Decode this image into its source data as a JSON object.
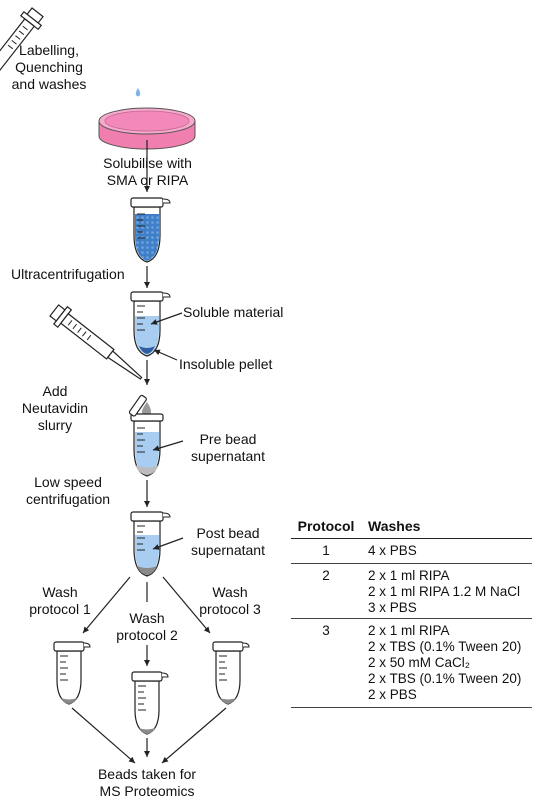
{
  "labels": {
    "labelling": [
      "Labelling,",
      "Quenching",
      "and washes"
    ],
    "solubilise": [
      "Solubilise with",
      "SMA or RIPA"
    ],
    "ultracentrifugation": "Ultracentrifugation",
    "soluble_material": "Soluble material",
    "insoluble_pellet": "Insoluble pellet",
    "add_neutavidin": [
      "Add",
      "Neutavidin",
      "slurry"
    ],
    "pre_bead": [
      "Pre bead",
      "supernatant"
    ],
    "low_speed": [
      "Low speed",
      "centrifugation"
    ],
    "post_bead": [
      "Post bead",
      "supernatant"
    ],
    "wash1": [
      "Wash",
      "protocol 1"
    ],
    "wash2": [
      "Wash",
      "protocol 2"
    ],
    "wash3": [
      "Wash",
      "protocol 3"
    ],
    "beads_taken": [
      "Beads taken for",
      "MS Proteomics"
    ]
  },
  "table": {
    "headers": [
      "Protocol",
      "Washes"
    ],
    "rows": [
      {
        "protocol": "1",
        "washes": [
          "4 x PBS"
        ]
      },
      {
        "protocol": "2",
        "washes": [
          "2 x 1 ml RIPA",
          "2 x 1 ml RIPA 1.2 M NaCl",
          "3 x PBS"
        ]
      },
      {
        "protocol": "3",
        "washes": [
          "2 x 1 ml RIPA",
          "2 x TBS (0.1% Tween 20)",
          "2 x 50 mM CaCl₂",
          "2 x TBS (0.1% Tween 20)",
          "2 x PBS"
        ]
      }
    ]
  },
  "colors": {
    "dish_pink": "#f07fb0",
    "tube_blue": "#a9cdf0",
    "tube_dark_blue": "#3f7fc7",
    "pellet": "#2d5fa0",
    "slurry_grey": "#9a9a9a",
    "drop_blue": "#7fb3e8"
  }
}
